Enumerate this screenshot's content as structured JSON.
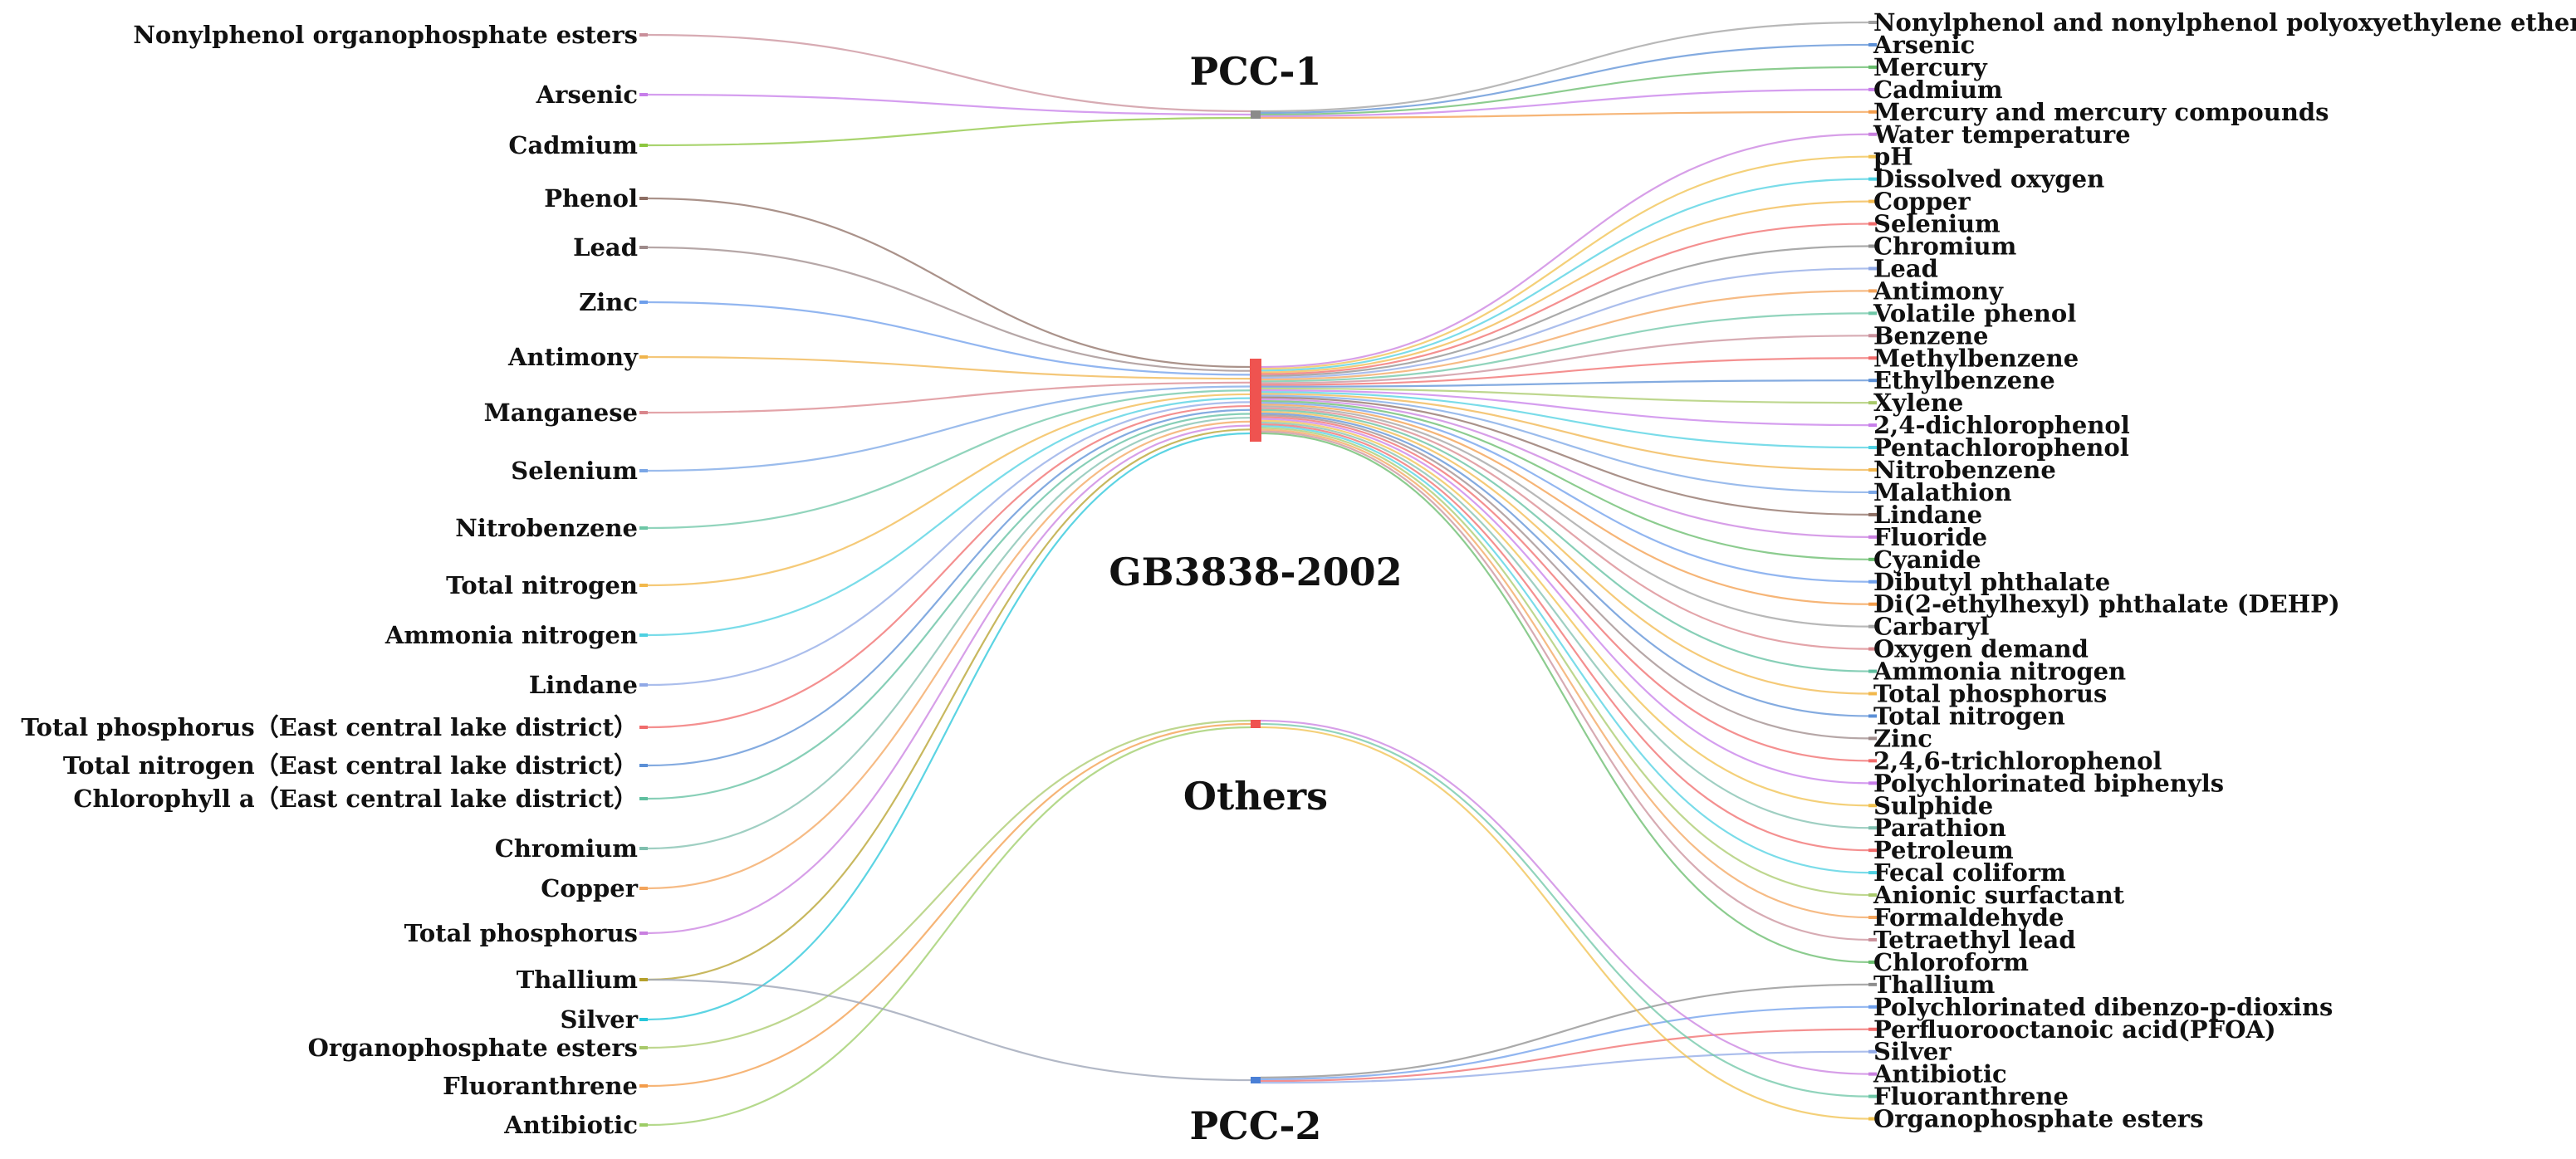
{
  "chart_data": {
    "type": "diagram",
    "hubs": [
      {
        "id": "pcc1",
        "label": "PCC-1",
        "color": "#8a8a8a"
      },
      {
        "id": "gb",
        "label": "GB3838-2002",
        "color": "#ef5350"
      },
      {
        "id": "others",
        "label": "Others",
        "color": "#ef5350"
      },
      {
        "id": "pcc2",
        "label": "PCC-2",
        "color": "#4a7fd6"
      }
    ],
    "left_nodes": [
      {
        "label": "Nonylphenol organophosphate esters",
        "color": "#c98f9a",
        "hub": "pcc1"
      },
      {
        "label": "Arsenic",
        "color": "#c77dea",
        "hub": "pcc1"
      },
      {
        "label": "Cadmium",
        "color": "#8cc63f",
        "hub": "pcc1"
      },
      {
        "label": "Phenol",
        "color": "#8d6e63",
        "hub": "gb"
      },
      {
        "label": "Lead",
        "color": "#9e8a8a",
        "hub": "gb"
      },
      {
        "label": "Zinc",
        "color": "#6d9eeb",
        "hub": "gb"
      },
      {
        "label": "Antimony",
        "color": "#f0b44c",
        "hub": "gb"
      },
      {
        "label": "Manganese",
        "color": "#d9868c",
        "hub": "gb"
      },
      {
        "label": "Selenium",
        "color": "#7aa6e6",
        "hub": "gb"
      },
      {
        "label": "Nitrobenzene",
        "color": "#6cc6a5",
        "hub": "gb"
      },
      {
        "label": "Total nitrogen",
        "color": "#f2b84b",
        "hub": "gb"
      },
      {
        "label": "Ammonia nitrogen",
        "color": "#4dd0e1",
        "hub": "gb"
      },
      {
        "label": "Lindane",
        "color": "#8fa8e6",
        "hub": "gb"
      },
      {
        "label": "Total phosphorus（East central lake district）",
        "color": "#f06b6b",
        "hub": "gb"
      },
      {
        "label": "Total nitrogen（East central lake district）",
        "color": "#5b8fd6",
        "hub": "gb"
      },
      {
        "label": "Chlorophyll a（East central lake district）",
        "color": "#5fbf9f",
        "hub": "gb"
      },
      {
        "label": "Chromium",
        "color": "#7fbfae",
        "hub": "gb"
      },
      {
        "label": "Copper",
        "color": "#f3a45c",
        "hub": "gb"
      },
      {
        "label": "Total phosphorus",
        "color": "#c97fe0",
        "hub": "gb"
      },
      {
        "label": "Thallium",
        "color": "#b5a02a",
        "hub": "gb"
      },
      {
        "label": "Silver",
        "color": "#26c6da",
        "hub": "gb"
      },
      {
        "label": "Organophosphate esters",
        "color": "#a8c96a",
        "hub": "others"
      },
      {
        "label": "Fluoranthrene",
        "color": "#f39c4a",
        "hub": "others"
      },
      {
        "label": "Antibiotic",
        "color": "#9ccc65",
        "hub": "others"
      }
    ],
    "right_nodes": [
      {
        "label": "Nonylphenol and nonylphenol polyoxyethylene ether",
        "color": "#a0a0a0",
        "hub": "pcc1"
      },
      {
        "label": "Arsenic",
        "color": "#5b8fd6",
        "hub": "pcc1"
      },
      {
        "label": "Mercury",
        "color": "#66bb6a",
        "hub": "pcc1"
      },
      {
        "label": "Cadmium",
        "color": "#c77dea",
        "hub": "pcc1"
      },
      {
        "label": "Mercury and mercury compounds",
        "color": "#f39c4a",
        "hub": "pcc1"
      },
      {
        "label": "Water temperature",
        "color": "#c97fe0",
        "hub": "gb"
      },
      {
        "label": "pH",
        "color": "#f0c04c",
        "hub": "gb"
      },
      {
        "label": "Dissolved oxygen",
        "color": "#4dd0e1",
        "hub": "gb"
      },
      {
        "label": "Copper",
        "color": "#f2b84b",
        "hub": "gb"
      },
      {
        "label": "Selenium",
        "color": "#f06b6b",
        "hub": "gb"
      },
      {
        "label": "Chromium",
        "color": "#8d8d8d",
        "hub": "gb"
      },
      {
        "label": "Lead",
        "color": "#8fa8e6",
        "hub": "gb"
      },
      {
        "label": "Antimony",
        "color": "#f3a45c",
        "hub": "gb"
      },
      {
        "label": "Volatile phenol",
        "color": "#6cc6a5",
        "hub": "gb"
      },
      {
        "label": "Benzene",
        "color": "#c98f9a",
        "hub": "gb"
      },
      {
        "label": "Methylbenzene",
        "color": "#f06b6b",
        "hub": "gb"
      },
      {
        "label": "Ethylbenzene",
        "color": "#5b8fd6",
        "hub": "gb"
      },
      {
        "label": "Xylene",
        "color": "#a8c96a",
        "hub": "gb"
      },
      {
        "label": "2,4-dichlorophenol",
        "color": "#c77dea",
        "hub": "gb"
      },
      {
        "label": "Pentachlorophenol",
        "color": "#4dd0e1",
        "hub": "gb"
      },
      {
        "label": "Nitrobenzene",
        "color": "#f0b44c",
        "hub": "gb"
      },
      {
        "label": "Malathion",
        "color": "#7aa6e6",
        "hub": "gb"
      },
      {
        "label": "Lindane",
        "color": "#8d6e63",
        "hub": "gb"
      },
      {
        "label": "Fluoride",
        "color": "#c97fe0",
        "hub": "gb"
      },
      {
        "label": "Cyanide",
        "color": "#66bb6a",
        "hub": "gb"
      },
      {
        "label": "Dibutyl phthalate",
        "color": "#6d9eeb",
        "hub": "gb"
      },
      {
        "label": "Di(2-ethylhexyl) phthalate (DEHP)",
        "color": "#f39c4a",
        "hub": "gb"
      },
      {
        "label": "Carbaryl",
        "color": "#a0a0a0",
        "hub": "gb"
      },
      {
        "label": "Oxygen demand",
        "color": "#d9868c",
        "hub": "gb"
      },
      {
        "label": "Ammonia nitrogen",
        "color": "#5fbf9f",
        "hub": "gb"
      },
      {
        "label": "Total phosphorus",
        "color": "#f2b84b",
        "hub": "gb"
      },
      {
        "label": "Total nitrogen",
        "color": "#5b8fd6",
        "hub": "gb"
      },
      {
        "label": "Zinc",
        "color": "#9e8a8a",
        "hub": "gb"
      },
      {
        "label": "2,4,6-trichlorophenol",
        "color": "#f06b6b",
        "hub": "gb"
      },
      {
        "label": "Polychlorinated biphenyls",
        "color": "#c77dea",
        "hub": "gb"
      },
      {
        "label": "Sulphide",
        "color": "#f0c04c",
        "hub": "gb"
      },
      {
        "label": "Parathion",
        "color": "#7fbfae",
        "hub": "gb"
      },
      {
        "label": "Petroleum",
        "color": "#f06b6b",
        "hub": "gb"
      },
      {
        "label": "Fecal coliform",
        "color": "#4dd0e1",
        "hub": "gb"
      },
      {
        "label": "Anionic surfactant",
        "color": "#a8c96a",
        "hub": "gb"
      },
      {
        "label": "Formaldehyde",
        "color": "#f3a45c",
        "hub": "gb"
      },
      {
        "label": "Tetraethyl lead",
        "color": "#c98f9a",
        "hub": "gb"
      },
      {
        "label": "Chloroform",
        "color": "#66bb6a",
        "hub": "gb"
      },
      {
        "label": "Thallium",
        "color": "#8d8d8d",
        "hub": "pcc2"
      },
      {
        "label": "Polychlorinated dibenzo-p-dioxins",
        "color": "#6d9eeb",
        "hub": "pcc2"
      },
      {
        "label": "Perfluorooctanoic acid(PFOA)",
        "color": "#f06b6b",
        "hub": "pcc2"
      },
      {
        "label": "Silver",
        "color": "#8fa8e6",
        "hub": "pcc2"
      },
      {
        "label": "Antibiotic",
        "color": "#c97fe0",
        "hub": "others"
      },
      {
        "label": "Fluoranthrene",
        "color": "#6cc6a5",
        "hub": "others"
      },
      {
        "label": "Organophosphate esters",
        "color": "#f0c04c",
        "hub": "others"
      }
    ],
    "links": [
      [
        "L:Thallium",
        "pcc2"
      ]
    ]
  }
}
